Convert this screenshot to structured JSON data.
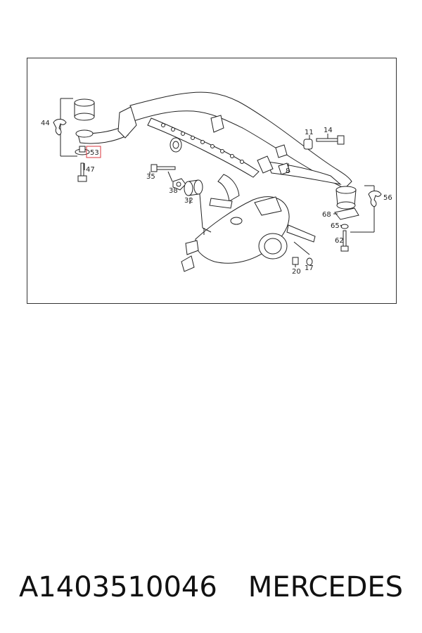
{
  "callouts": {
    "c44": "44",
    "c53": "53",
    "c47": "47",
    "c35": "35",
    "c38": "38",
    "c32": "32",
    "c11": "11",
    "c14": "14",
    "c8": "8",
    "c56": "56",
    "c68": "68",
    "c65": "65",
    "c62": "62",
    "c20": "20",
    "c17": "17"
  },
  "highlight_color": "#d9363e",
  "caption": {
    "part_number": "A1403510046",
    "brand": "MERCEDES"
  }
}
